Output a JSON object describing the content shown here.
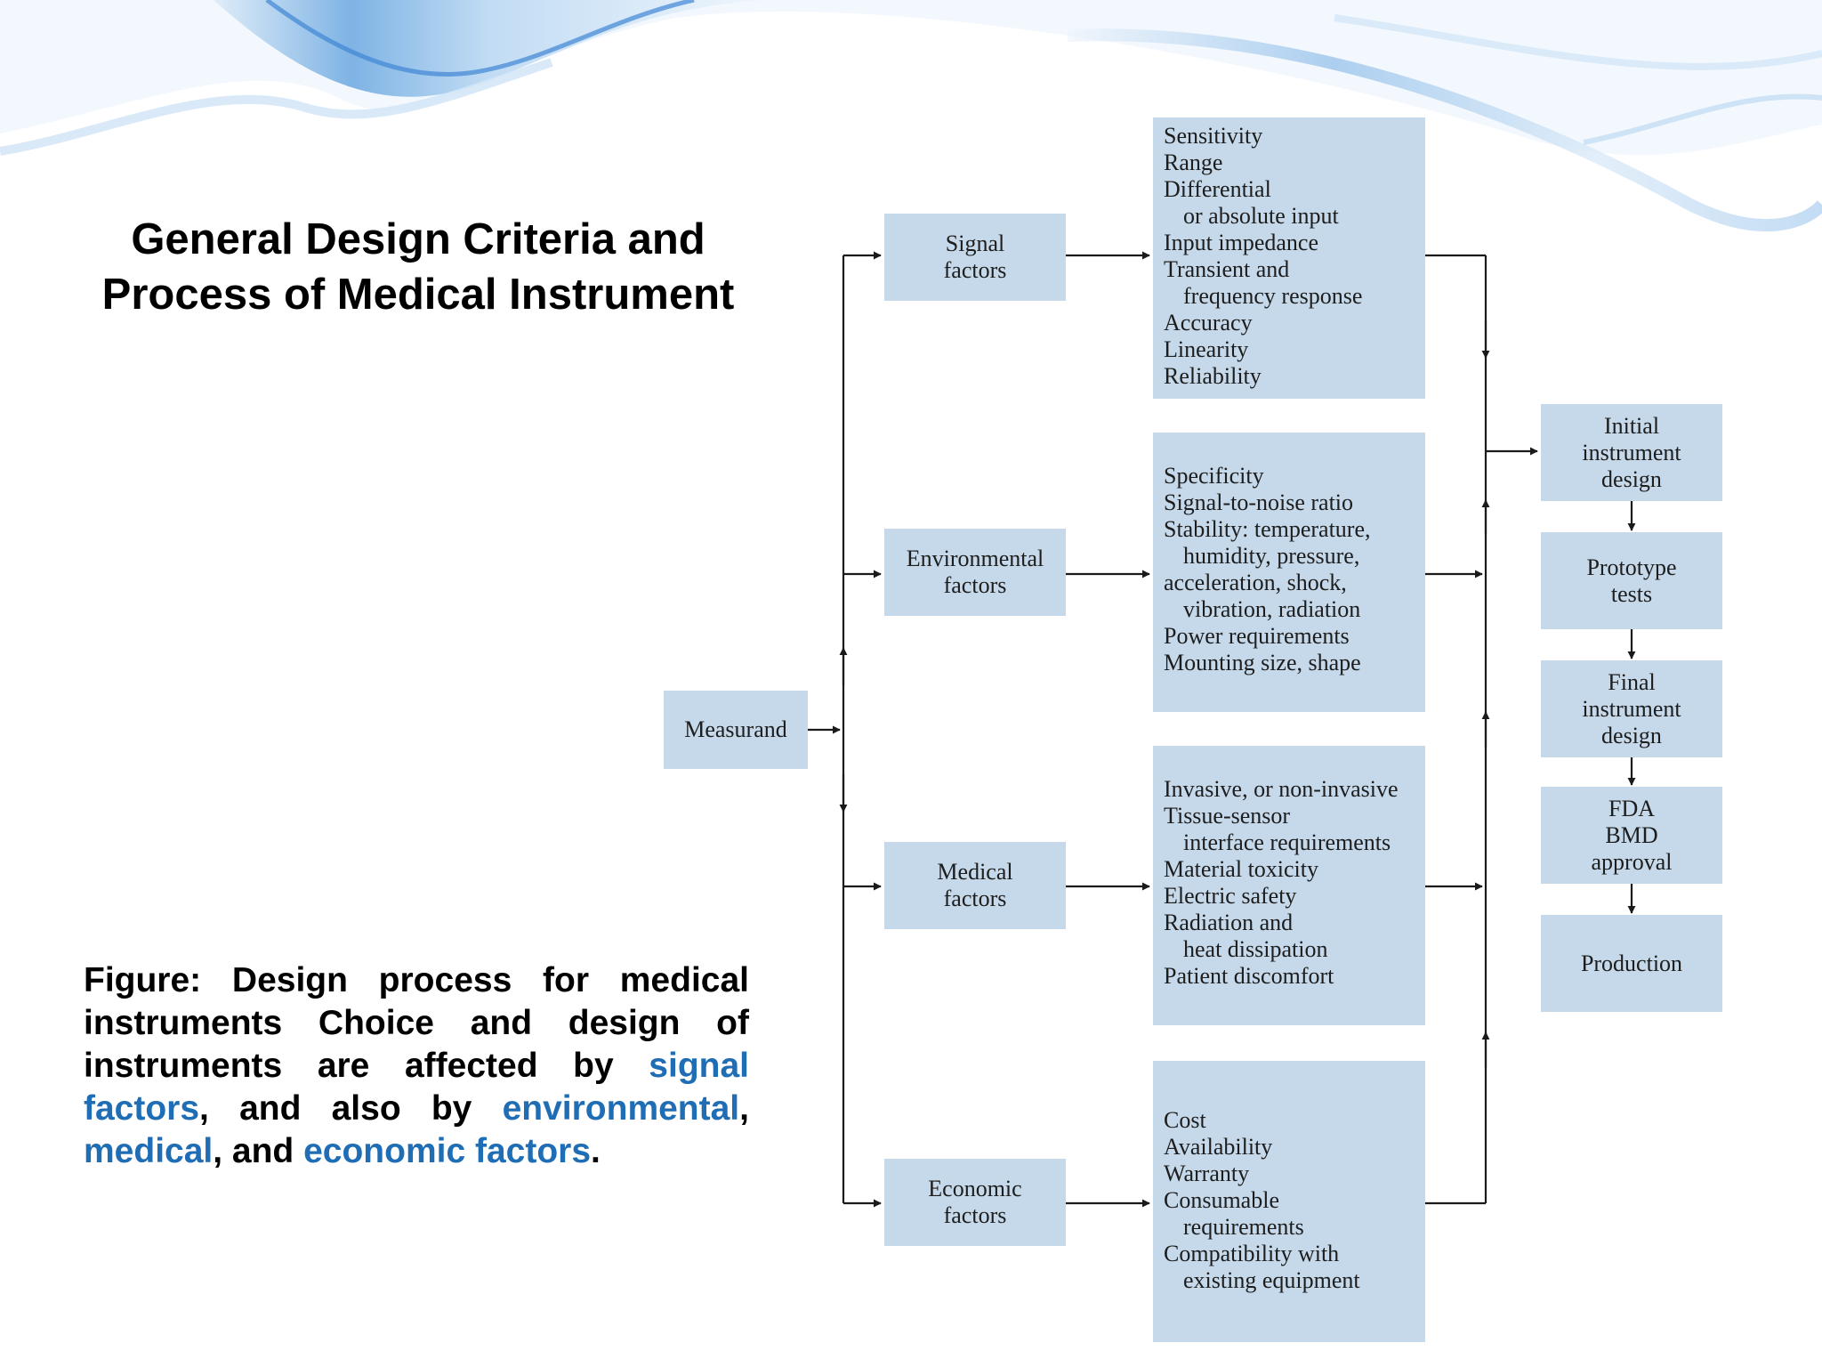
{
  "title": "General Design Criteria and Process of Medical Instrument",
  "caption": {
    "part1": "Figure: Design process for medical instruments  Choice and design of instruments are affected by ",
    "signal": "signal factors",
    "part2": ", and also by ",
    "environmental": "environmental",
    "part3": ", ",
    "medical": "medical",
    "part4": ", and ",
    "economic": "economic factors",
    "part5": "."
  },
  "colors": {
    "box_fill": "#c6d9ea",
    "highlight": "#1f6db5",
    "line": "#1a1a1a"
  },
  "diagram": {
    "measurand": "Measurand",
    "factors": {
      "signal": "Signal\nfactors",
      "environmental": "Environmental\nfactors",
      "medical": "Medical\nfactors",
      "economic": "Economic\nfactors"
    },
    "criteria": {
      "signal": [
        "Sensitivity",
        "Range",
        "Differential",
        "or absolute input",
        "Input impedance",
        "Transient and",
        "frequency response",
        "Accuracy",
        "Linearity",
        "Reliability"
      ],
      "environmental": [
        "Specificity",
        "Signal-to-noise ratio",
        "Stability: temperature,",
        "humidity, pressure,",
        "acceleration, shock,",
        "vibration, radiation",
        "Power requirements",
        "Mounting size, shape"
      ],
      "medical": [
        "Invasive, or non-invasive",
        "Tissue-sensor",
        "interface requirements",
        "Material toxicity",
        "Electric safety",
        "Radiation and",
        "heat dissipation",
        "Patient discomfort"
      ],
      "economic": [
        "Cost",
        "Availability",
        "Warranty",
        "Consumable",
        "requirements",
        "Compatibility with",
        "existing equipment"
      ]
    },
    "process": {
      "initial": "Initial\ninstrument\ndesign",
      "prototype": "Prototype\ntests",
      "final": "Final\ninstrument\ndesign",
      "fda": "FDA\nBMD\napproval",
      "production": "Production"
    }
  }
}
